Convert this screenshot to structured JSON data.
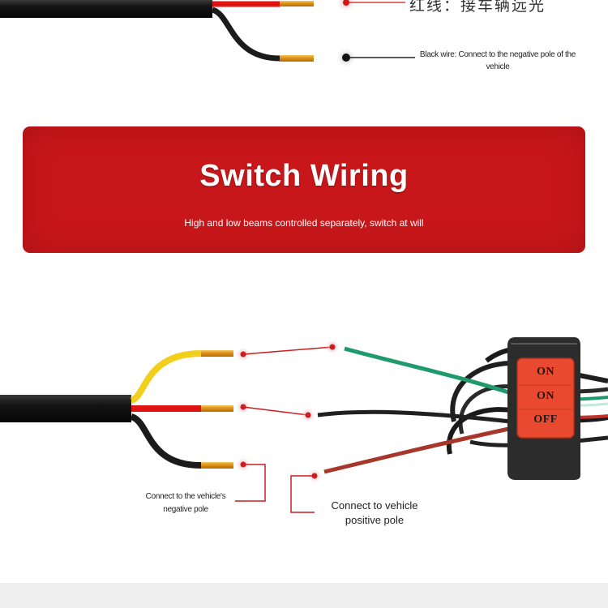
{
  "top": {
    "red_wire_cn": "红线：接车辆远光",
    "black_wire_label": "Black wire: Connect to the negative pole of the vehicle"
  },
  "banner": {
    "title": "Switch Wiring",
    "subtitle": "High and low beams controlled separately, switch at will",
    "color": "#c8171a"
  },
  "diagram": {
    "negative_label": "Connect to the vehicle's negative pole",
    "positive_label": "Connect to vehicle positive pole",
    "switch_positions": [
      "ON",
      "ON",
      "OFF"
    ],
    "wire_colors": {
      "yellow": "#f2cf1c",
      "red": "#e01313",
      "black": "#1b1b1b",
      "green": "#1f9a6c",
      "dark_red": "#a8372b"
    },
    "switch_color": "#e8492f"
  }
}
